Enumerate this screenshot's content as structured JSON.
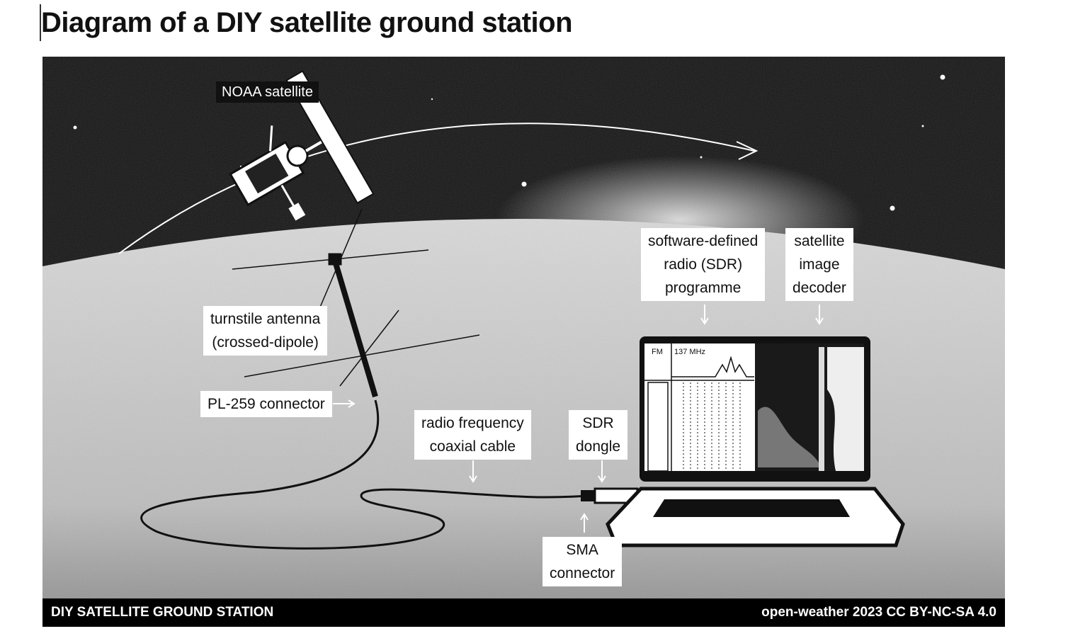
{
  "page": {
    "title": "Diagram of a DIY satellite ground station"
  },
  "diagram": {
    "labels": {
      "satellite": "NOAA satellite",
      "antenna": [
        "turnstile antenna",
        "(crossed-dipole)"
      ],
      "pl259": "PL-259 connector",
      "rf_cable": [
        "radio frequency",
        "coaxial cable"
      ],
      "sdr_dongle": [
        "SDR",
        "dongle"
      ],
      "sma": [
        "SMA",
        "connector"
      ],
      "sdr_programme": [
        "software-defined",
        "radio (SDR)",
        "programme"
      ],
      "decoder": [
        "satellite",
        "image",
        "decoder"
      ]
    },
    "screen": {
      "mode": "FM",
      "frequency": "137 MHz"
    },
    "footer": {
      "left": "DIY SATELLITE GROUND STATION",
      "right": "open-weather 2023 CC BY-NC-SA 4.0"
    }
  },
  "colors": {
    "background": "#111111",
    "ground": "#d6d6d6",
    "label_bg": "#ffffff",
    "footer_bg": "#000000"
  }
}
